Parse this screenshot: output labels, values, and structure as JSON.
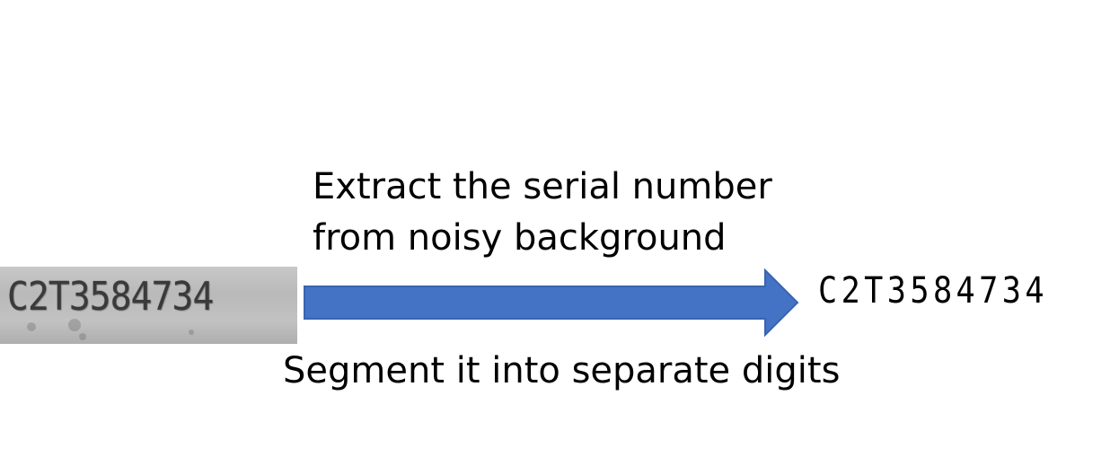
{
  "input_image": {
    "serial_text": "C2T3584734",
    "background": "noisy grayscale"
  },
  "step_extract": {
    "line1": "Extract the serial number",
    "line2": "from noisy background"
  },
  "step_segment": {
    "label": "Segment it into separate digits"
  },
  "output": {
    "serial_text": "C2T3584734"
  },
  "colors": {
    "arrow": "#4472C4",
    "text": "#000000",
    "background": "#FFFFFF"
  },
  "icons": {
    "arrow": "right-arrow-icon"
  }
}
